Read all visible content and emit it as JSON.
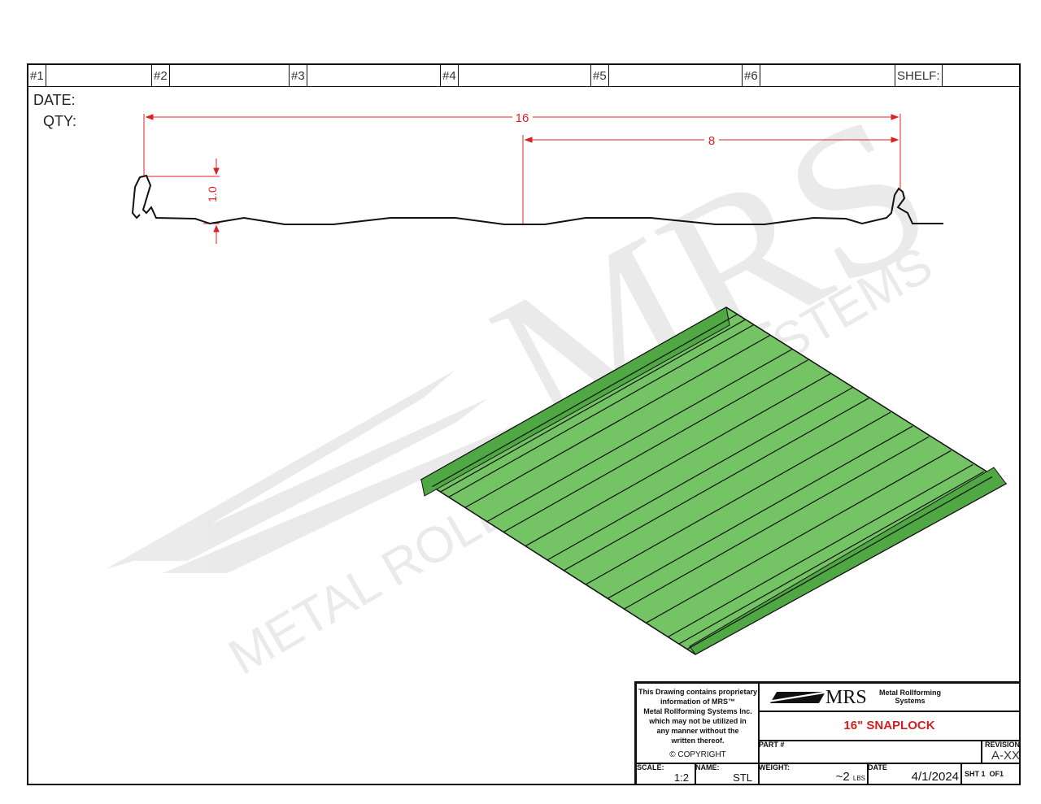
{
  "header_slots": [
    "#1",
    "#2",
    "#3",
    "#4",
    "#5",
    "#6",
    "SHELF:"
  ],
  "labels": {
    "date": "DATE:",
    "qty": "QTY:"
  },
  "dimensions": {
    "overall_width": "16",
    "rib_spacing": "8",
    "rib_height": "1.0"
  },
  "watermark": {
    "logo": "MRS",
    "text": "METAL ROLLFORMING SYSTEMS"
  },
  "title_block": {
    "notice": [
      "This Drawing contains proprietary",
      "information of MRS™",
      "Metal Rollforming Systems Inc.",
      "which may not be utilized in",
      "any manner without the",
      "written thereof."
    ],
    "copyright": "COPYRIGHT",
    "logo_text": "MRS",
    "company": [
      "Metal Rollforming",
      "Systems"
    ],
    "title": "16\" SNAPLOCK",
    "part_label": "PART #",
    "part_value": "",
    "revision_label": "REVISION",
    "revision": "A-XX",
    "scale_label": "SCALE:",
    "scale": "1:2",
    "name_label": "NAME:",
    "name": "STL",
    "weight_label": "WEIGHT:",
    "weight": "~2",
    "weight_unit": "LBS",
    "date_label": "DATE",
    "date": "4/1/2024",
    "sheet": "SHT 1  OF1"
  },
  "colors": {
    "dimension": "#e02020",
    "panel": "#74c365",
    "panel_dark": "#4fa843",
    "title": "#d42020"
  }
}
